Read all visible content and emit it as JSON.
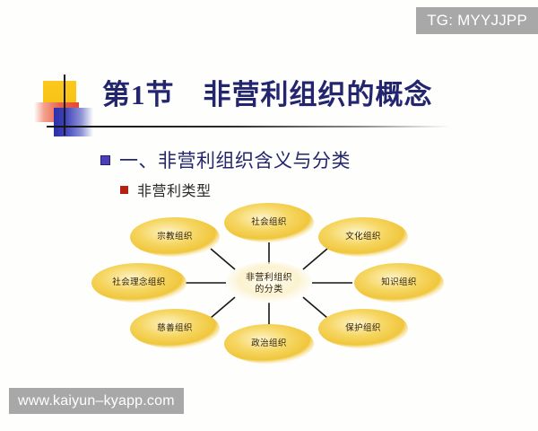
{
  "watermarks": {
    "top_right": "TG: MYYJJPP",
    "bottom_left": "www.kaiyun–kyapp.com"
  },
  "slide": {
    "title": "第1节　非营利组织的概念",
    "title_color": "#23266e",
    "decoration": {
      "yellow_color": "#f8c416",
      "red_color": "#e04a36",
      "blue_color": "#2c2fa8",
      "line_color": "#141414"
    },
    "bullets": {
      "level1": {
        "marker_color": "#4b3fbd",
        "text": "一、非营利组织含义与分类"
      },
      "level2": {
        "marker_color": "#b61f12",
        "text": "非营利类型"
      }
    }
  },
  "diagram": {
    "type": "radial-hub-and-spoke",
    "center": {
      "line1": "非营利组织",
      "line2": "的分类"
    },
    "node_fill": "#f2c93f",
    "spoke_color": "#171717",
    "nodes": [
      {
        "label": "社会组织",
        "position": "top"
      },
      {
        "label": "文化组织",
        "position": "top-right"
      },
      {
        "label": "知识组织",
        "position": "right"
      },
      {
        "label": "保护组织",
        "position": "bottom-right"
      },
      {
        "label": "政治组织",
        "position": "bottom"
      },
      {
        "label": "慈善组织",
        "position": "bottom-left"
      },
      {
        "label": "社会理念组织",
        "position": "left"
      },
      {
        "label": "宗教组织",
        "position": "top-left"
      }
    ]
  }
}
